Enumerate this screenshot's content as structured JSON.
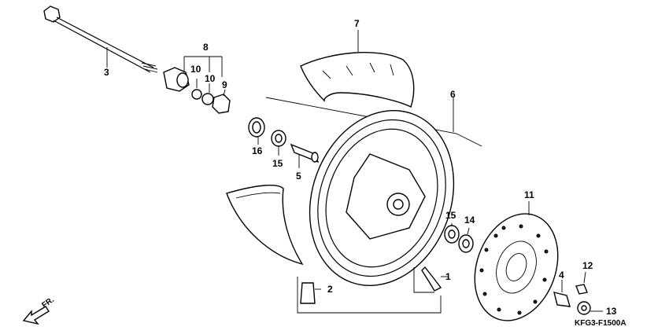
{
  "callouts": {
    "c1": "1",
    "c2": "2",
    "c3": "3",
    "c4": "4",
    "c5": "5",
    "c6": "6",
    "c7": "7",
    "c8": "8",
    "c9": "9",
    "c10a": "10",
    "c10b": "10",
    "c11": "11",
    "c12": "12",
    "c13": "13",
    "c14": "14",
    "c15a": "15",
    "c15b": "15",
    "c16": "16"
  },
  "direction_label": "FR.",
  "figure_code": "KFG3-F1500A"
}
